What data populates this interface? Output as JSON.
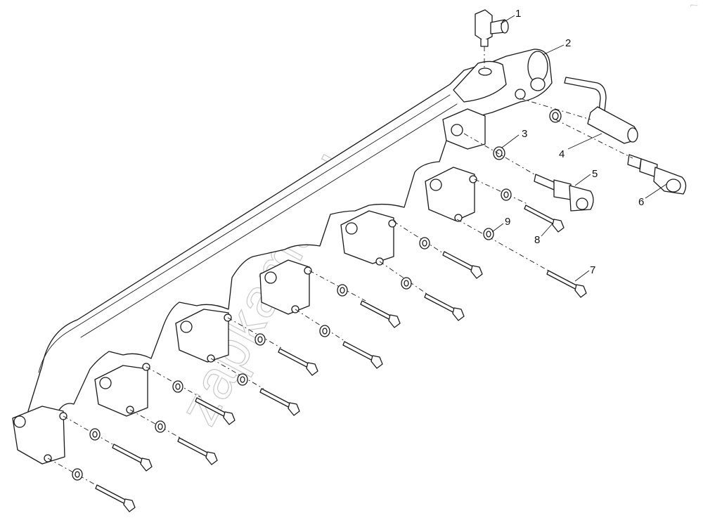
{
  "watermark": "zapkama.ru",
  "corner_mark": "⌐–",
  "callouts": [
    {
      "id": 1,
      "label": "1"
    },
    {
      "id": 2,
      "label": "2"
    },
    {
      "id": 3,
      "label": "3"
    },
    {
      "id": 4,
      "label": "4"
    },
    {
      "id": 5,
      "label": "5"
    },
    {
      "id": 6,
      "label": "6"
    },
    {
      "id": 7,
      "label": "7"
    },
    {
      "id": 8,
      "label": "8"
    },
    {
      "id": 9,
      "label": "9"
    }
  ],
  "colors": {
    "line": "#1a1a1a",
    "background": "#ffffff",
    "watermark": "#c8c8c8"
  }
}
